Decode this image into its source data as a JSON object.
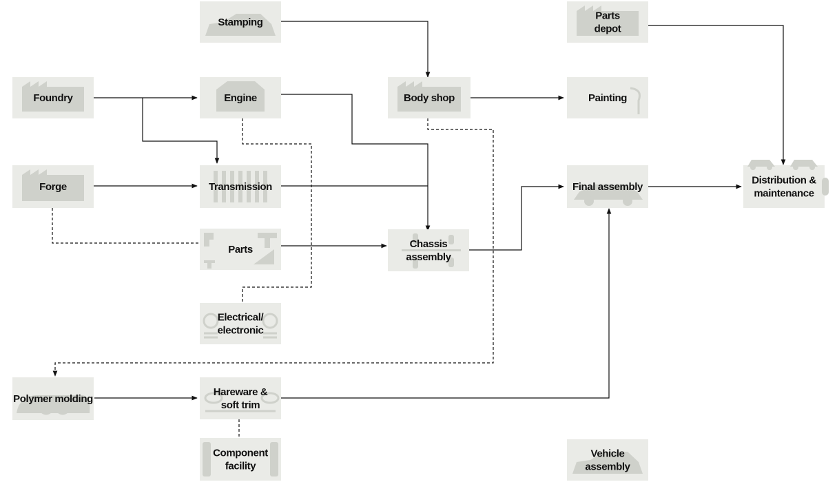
{
  "colors": {
    "node_fill": "#eaebe7",
    "decoration": "#cfd1cb",
    "line": "#111111"
  },
  "nodes": {
    "stamping": {
      "lines": [
        "Stamping"
      ],
      "icon": "car-body-icon"
    },
    "parts_depot": {
      "lines": [
        "Parts",
        "depot"
      ],
      "icon": "factory-icon"
    },
    "foundry": {
      "lines": [
        "Foundry"
      ],
      "icon": "factory-icon"
    },
    "engine": {
      "lines": [
        "Engine"
      ],
      "icon": "engine-icon"
    },
    "body_shop": {
      "lines": [
        "Body shop"
      ],
      "icon": "factory-icon"
    },
    "painting": {
      "lines": [
        "Painting"
      ],
      "icon": "paint-gun-icon"
    },
    "forge": {
      "lines": [
        "Forge"
      ],
      "icon": "factory-icon"
    },
    "transmission": {
      "lines": [
        "Transmission"
      ],
      "icon": "gearbox-icon"
    },
    "final_assembly": {
      "lines": [
        "Final assembly"
      ],
      "icon": "car-icon"
    },
    "distribution": {
      "lines": [
        "Distribution &",
        "maintenance"
      ],
      "icon": "cars-icon"
    },
    "parts": {
      "lines": [
        "Parts"
      ],
      "icon": "parts-icon"
    },
    "chassis": {
      "lines": [
        "Chassis",
        "assembly"
      ],
      "icon": "chassis-icon"
    },
    "electrical": {
      "lines": [
        "Electrical/",
        "electronic"
      ],
      "icon": "lamp-icon"
    },
    "polymer": {
      "lines": [
        "Polymer molding"
      ],
      "icon": "dashboard-icon"
    },
    "hardware": {
      "lines": [
        "Hareware &",
        "soft trim"
      ],
      "icon": "mirror-icon"
    },
    "component": {
      "lines": [
        "Component",
        "facility"
      ],
      "icon": "component-icon"
    },
    "vehicle": {
      "lines": [
        "Vehicle",
        "assembly"
      ],
      "icon": "car-body-icon"
    }
  },
  "edges": [
    {
      "from": "stamping",
      "to": "body_shop",
      "style": "solid"
    },
    {
      "from": "parts_depot",
      "to": "distribution",
      "style": "solid"
    },
    {
      "from": "foundry",
      "to": "engine",
      "style": "solid"
    },
    {
      "from": "foundry",
      "to": "transmission",
      "style": "solid"
    },
    {
      "from": "engine",
      "to": "chassis",
      "style": "solid"
    },
    {
      "from": "engine",
      "to": "electrical",
      "style": "dashed"
    },
    {
      "from": "body_shop",
      "to": "painting",
      "style": "solid"
    },
    {
      "from": "body_shop",
      "to": "polymer",
      "style": "dashed"
    },
    {
      "from": "forge",
      "to": "transmission",
      "style": "solid"
    },
    {
      "from": "forge",
      "to": "parts",
      "style": "dashed"
    },
    {
      "from": "transmission",
      "to": "chassis",
      "style": "solid"
    },
    {
      "from": "parts",
      "to": "chassis",
      "style": "solid"
    },
    {
      "from": "chassis",
      "to": "final_assembly",
      "style": "solid"
    },
    {
      "from": "final_assembly",
      "to": "distribution",
      "style": "solid"
    },
    {
      "from": "polymer",
      "to": "hardware",
      "style": "solid"
    },
    {
      "from": "hardware",
      "to": "final_assembly",
      "style": "solid"
    },
    {
      "from": "hardware",
      "to": "component",
      "style": "dashed"
    }
  ]
}
